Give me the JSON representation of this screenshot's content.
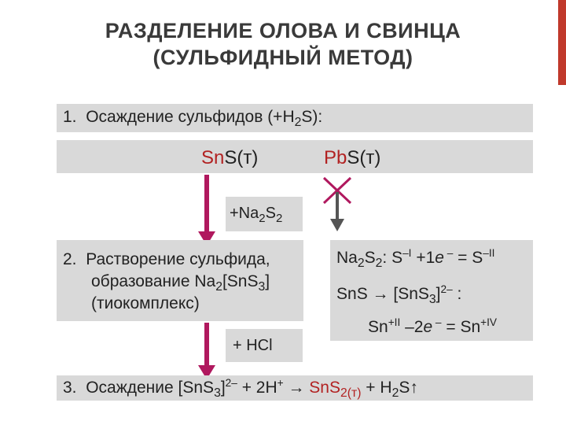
{
  "title": {
    "line1": "РАЗДЕЛЕНИЕ ОЛОВА И СВИНЦА",
    "line2": "(СУЛЬФИДНЫЙ МЕТОД)"
  },
  "step1": {
    "num": "1.",
    "text": "Осаждение сульфидов (+H",
    "sub": "2",
    "end": "S):"
  },
  "sns": {
    "a": "Sn",
    "b": "S(т)"
  },
  "pbs": {
    "a": "Pb",
    "b": "S(т)"
  },
  "na2s2_label": {
    "a": "+Na",
    "sub1": "2",
    "b": "S",
    "sub2": "2"
  },
  "step2": {
    "num": "2.",
    "line1": "Растворение сульфида,",
    "line2a": "образование Na",
    "line2sub": "2",
    "line2b": "[Sn",
    "line2c": "S",
    "line2sub2": "3",
    "line2d": "]",
    "line3": "(тиокомплекс)"
  },
  "eq1": {
    "a": "Na",
    "s1": "2",
    "b": "S",
    "s2": "2",
    "c": ": S",
    "p1": "–I",
    "d": " +1",
    "e": "e",
    "p2": " –",
    "f": " = S",
    "p3": "–II"
  },
  "eq2": {
    "a": "Sn",
    "b": "S ",
    "arrow": "→",
    "c": " [Sn",
    "d": "S",
    "s1": "3",
    "e": "]",
    "p1": "2–",
    "f": " :"
  },
  "eq3": {
    "a": "Sn",
    "p1": "+II",
    "b": " –2",
    "e": "e",
    "p2": " –",
    "c": " = Sn",
    "p3": "+IV"
  },
  "hcl_label": "+ HCl",
  "step3": {
    "num": "3.",
    "a": "Осаждение [Sn",
    "b": "S",
    "s1": "3",
    "c": "]",
    "p1": "2–",
    "d": " + 2H",
    "p2": "+",
    "arrow": "→",
    "e": "Sn",
    "f": "S",
    "s2": "2(т)",
    "g": " + H",
    "s3": "2",
    "h": "S",
    "up": "↑"
  },
  "colors": {
    "accent": "#c0392b",
    "arrow": "#b0185e",
    "box": "#d9d9d9",
    "red_text": "#b22222"
  }
}
